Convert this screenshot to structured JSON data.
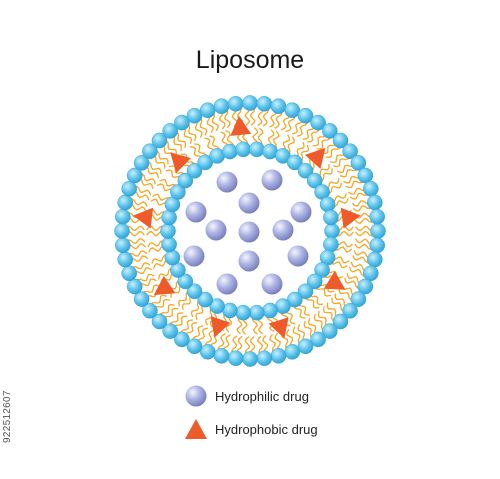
{
  "title": "Liposome",
  "legend": {
    "hydrophilic_label": "Hydrophilic drug",
    "hydrophobic_label": "Hydrophobic drug"
  },
  "image_id": "922512607",
  "colors": {
    "head": "#5cc3ea",
    "head_stroke": "#2a9fd0",
    "tail": "#f5a623",
    "hydrophilic_drug": "#9da6d8",
    "hydrophobic_drug": "#ee5a2a"
  },
  "icons": {
    "hydrophilic": "sphere-icon",
    "hydrophobic": "triangle-icon"
  }
}
